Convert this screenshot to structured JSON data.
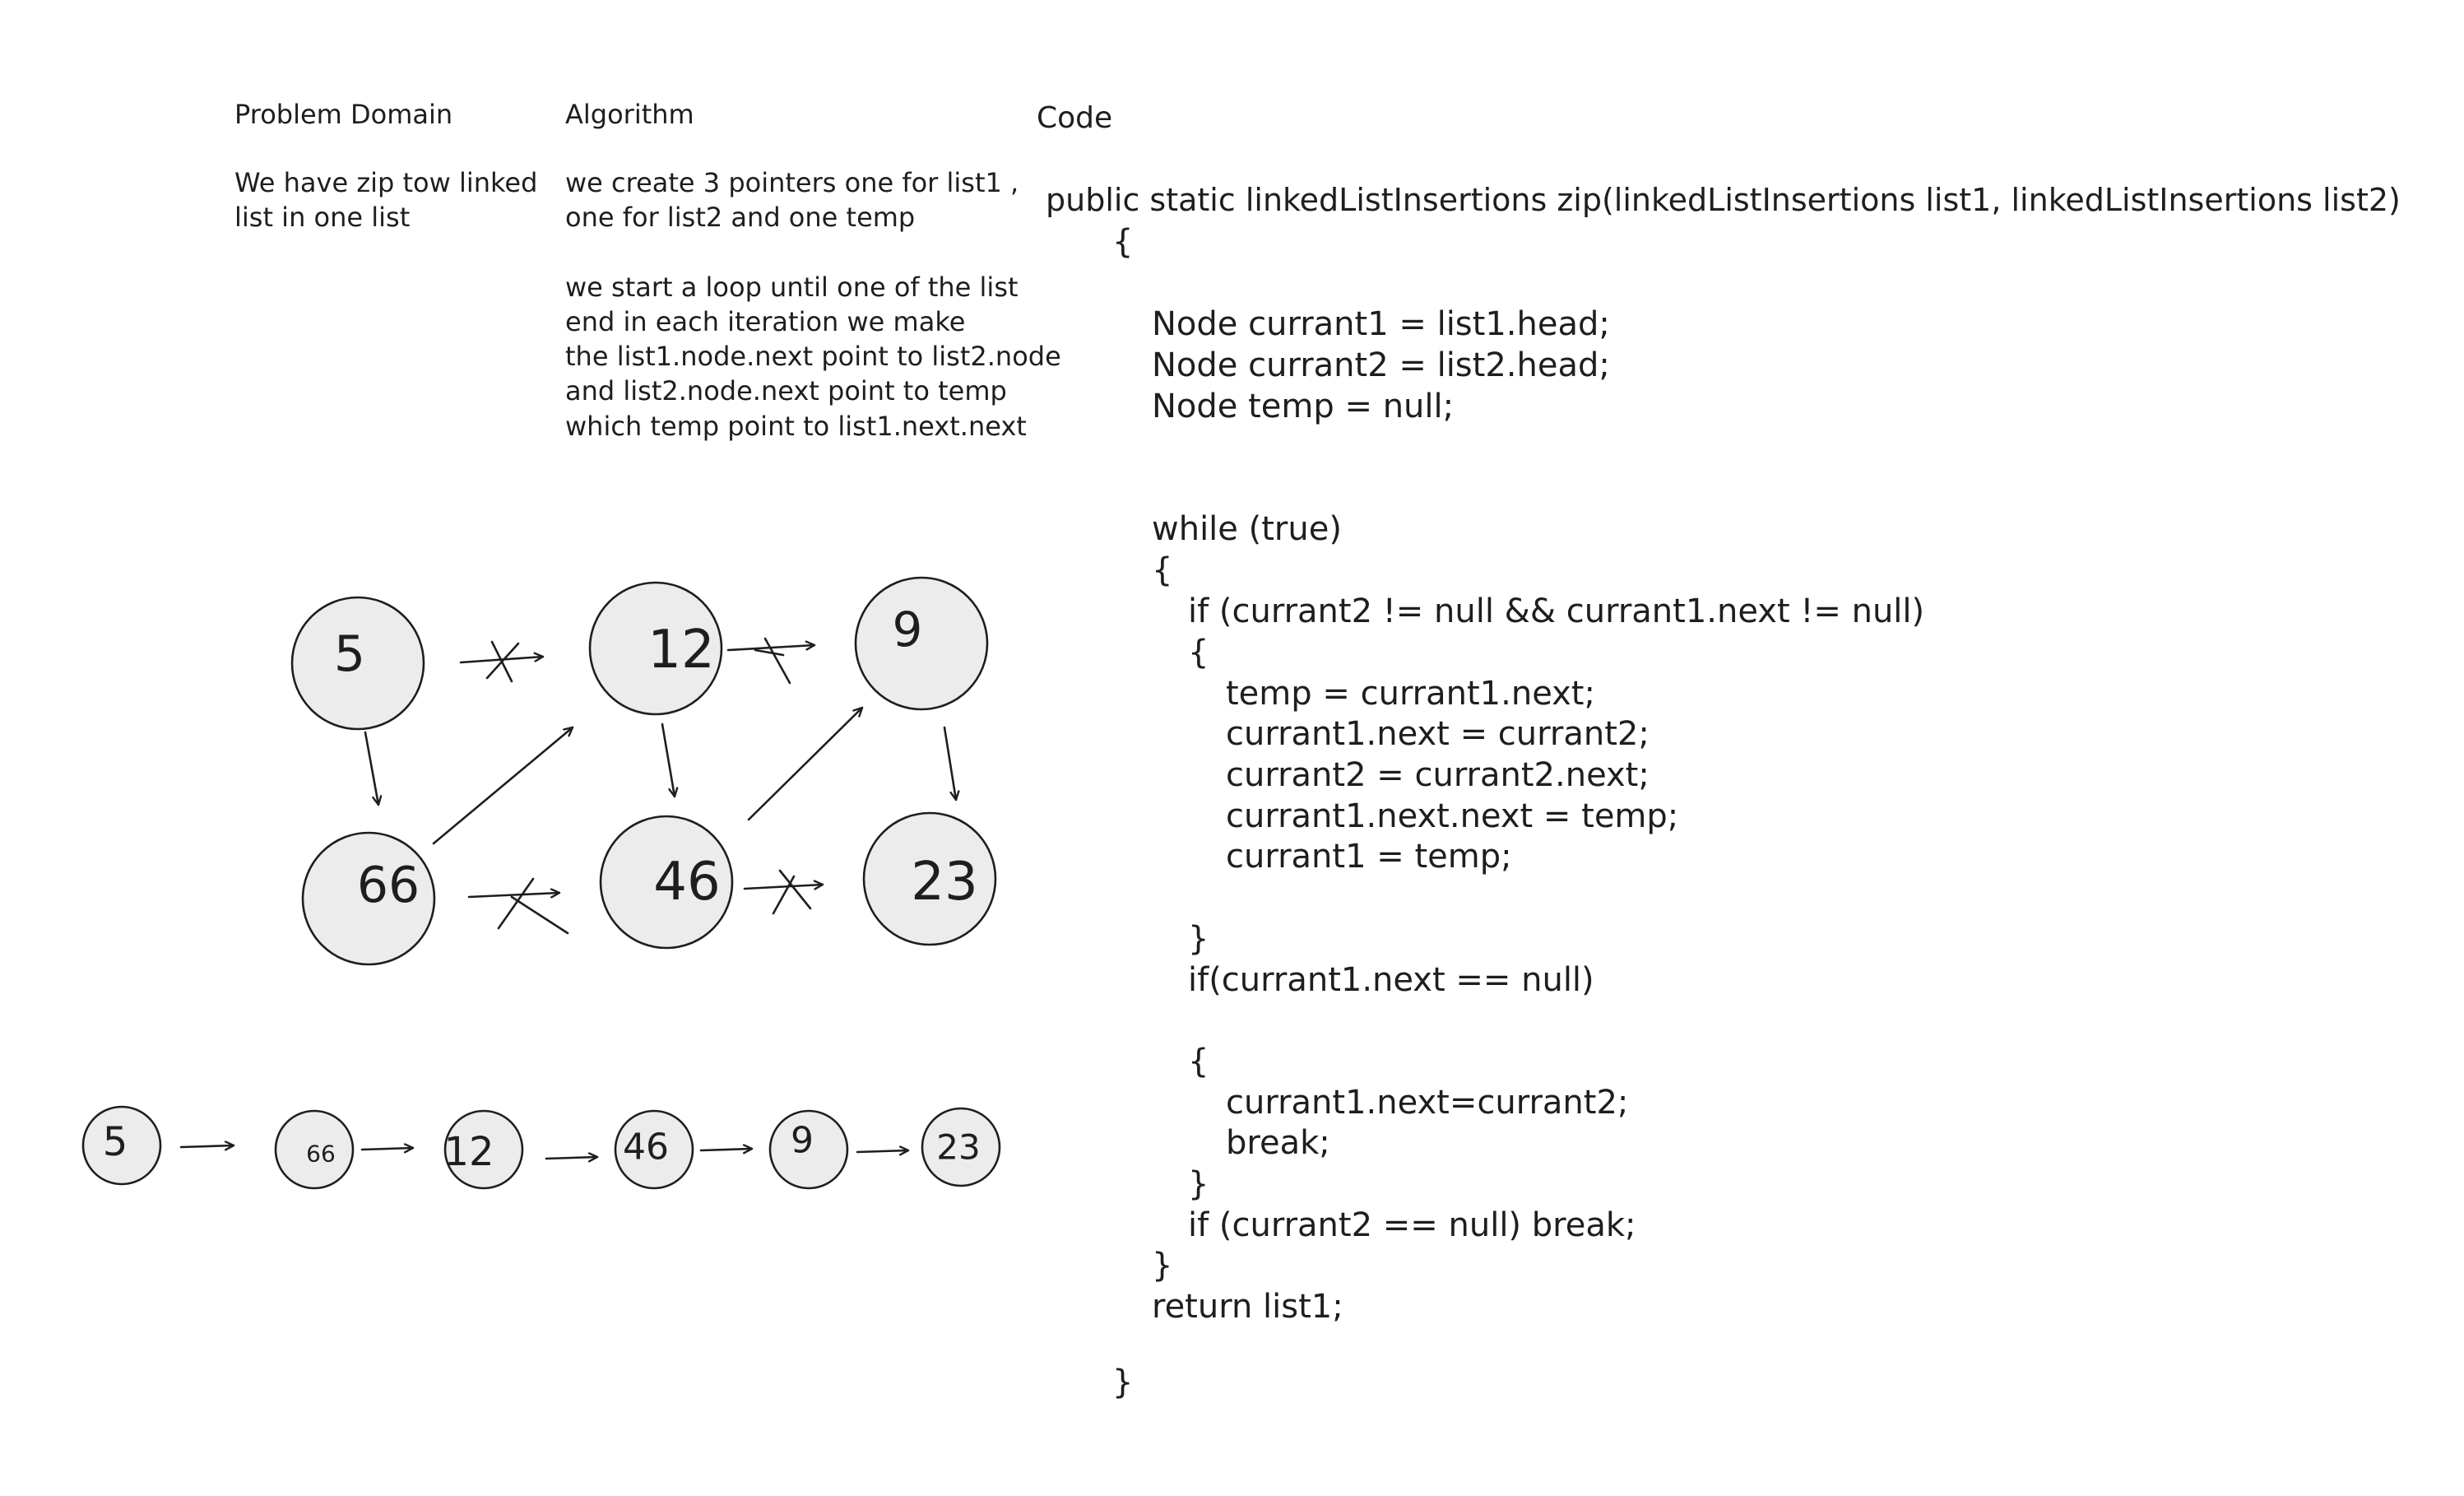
{
  "problem_domain": {
    "heading": "Problem Domain",
    "lines": [
      "We have zip tow linked",
      "list in one list"
    ]
  },
  "algorithm": {
    "heading": "Algorithm",
    "lines": [
      "we create 3 pointers one for list1 ,",
      "one for list2 and one temp",
      "",
      "we start a loop until one of the list",
      "end in each iteration we make",
      "the list1.node.next point to list2.node",
      "and list2.node.next point to temp",
      "which temp point to list1.next.next"
    ]
  },
  "code": {
    "heading": "Code",
    "signature": "public static linkedListInsertions zip(linkedListInsertions list1, linkedListInsertions list2)",
    "open_brace": "{",
    "body": [
      "Node currant1 = list1.head;",
      "Node currant2 = list2.head;",
      "Node temp = null;",
      "while (true)",
      "{",
      "if (currant2 != null && currant1.next != null)",
      "{",
      "temp = currant1.next;",
      "currant1.next = currant2;",
      "currant2 = currant2.next;",
      "currant1.next.next = temp;",
      "currant1 = temp;",
      "}",
      "if(currant1.next == null)",
      "{",
      "currant1.next=currant2;",
      "break;",
      "}",
      "if (currant2 == null) break;",
      "}",
      "return list1;"
    ],
    "close_brace": "}"
  },
  "diagram": {
    "list1": [
      "5",
      "12",
      "9"
    ],
    "list2": [
      "66",
      "46",
      "23"
    ]
  },
  "result_list": [
    "5",
    "66",
    "12",
    "46",
    "9",
    "23"
  ]
}
